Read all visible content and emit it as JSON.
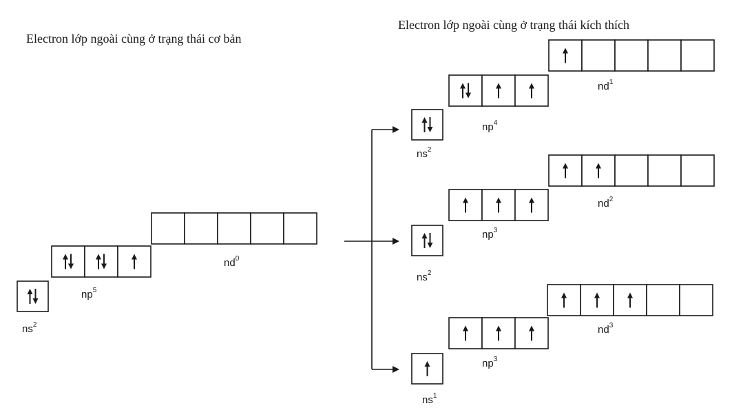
{
  "ground_state": {
    "title": "Electron lớp ngoài cùng ở trạng thái cơ bản",
    "groups": [
      {
        "name": "ns",
        "label_base": "ns",
        "label_sup": "2",
        "cells": [
          "up-down"
        ]
      },
      {
        "name": "np",
        "label_base": "np",
        "label_sup": "5",
        "cells": [
          "up-down",
          "up-down",
          "up"
        ]
      },
      {
        "name": "nd",
        "label_base": "nd",
        "label_sup": "0",
        "cells": [
          "",
          "",
          "",
          "",
          ""
        ]
      }
    ]
  },
  "excited_state": {
    "title": "Electron lớp ngoài cùng ở trạng thái kích thích",
    "configs": [
      {
        "groups": [
          {
            "name": "ns",
            "label_base": "ns",
            "label_sup": "2",
            "cells": [
              "up-down"
            ]
          },
          {
            "name": "np",
            "label_base": "np",
            "label_sup": "4",
            "cells": [
              "up-down",
              "up",
              "up"
            ]
          },
          {
            "name": "nd",
            "label_base": "nd",
            "label_sup": "1",
            "cells": [
              "up",
              "",
              "",
              "",
              ""
            ]
          }
        ]
      },
      {
        "groups": [
          {
            "name": "ns",
            "label_base": "ns",
            "label_sup": "2",
            "cells": [
              "up-down"
            ]
          },
          {
            "name": "np",
            "label_base": "np",
            "label_sup": "3",
            "cells": [
              "up",
              "up",
              "up"
            ]
          },
          {
            "name": "nd",
            "label_base": "nd",
            "label_sup": "2",
            "cells": [
              "up",
              "up",
              "",
              "",
              ""
            ]
          }
        ]
      },
      {
        "groups": [
          {
            "name": "ns",
            "label_base": "ns",
            "label_sup": "1",
            "cells": [
              "up"
            ]
          },
          {
            "name": "np",
            "label_base": "np",
            "label_sup": "3",
            "cells": [
              "up",
              "up",
              "up"
            ]
          },
          {
            "name": "nd",
            "label_base": "nd",
            "label_sup": "3",
            "cells": [
              "up",
              "up",
              "up",
              "",
              ""
            ]
          }
        ]
      }
    ]
  }
}
